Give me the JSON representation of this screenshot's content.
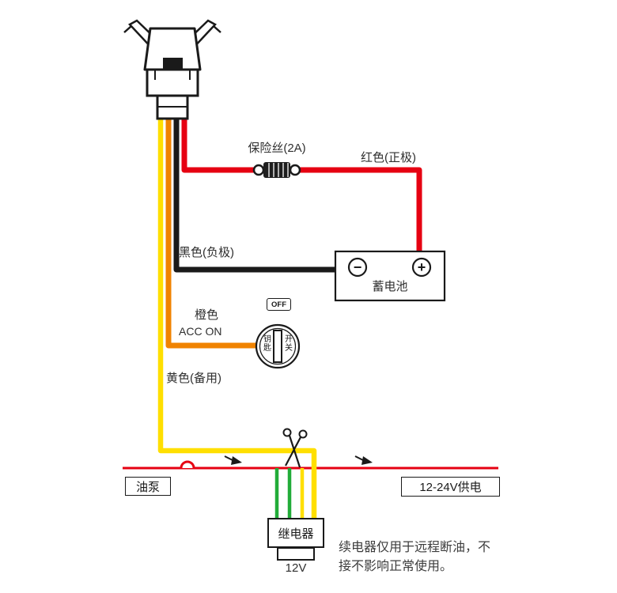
{
  "fuse": {
    "label": "保险丝(2A)"
  },
  "wires": {
    "red": {
      "label": "红色(正极)",
      "color": "#e60012"
    },
    "black": {
      "label": "黑色(负极)",
      "color": "#1a1a1a"
    },
    "orange": {
      "label": "橙色",
      "acc": "ACC ON",
      "color": "#f08300"
    },
    "yellow": {
      "label": "黄色(备用)",
      "color": "#ffdf00"
    },
    "green": {
      "color": "#22ac38"
    }
  },
  "battery": {
    "label": "蓄电池",
    "minus": "−",
    "plus": "+"
  },
  "ignition": {
    "off": "OFF",
    "key": "钥匙",
    "switch": "开关"
  },
  "power_line": {
    "color": "#e60012",
    "oil_pump": "油泵",
    "supply": "12-24V供电"
  },
  "relay": {
    "label": "继电器",
    "voltage": "12V"
  },
  "note": {
    "line1": "续电器仅用于远程断油，不",
    "line2": "接不影响正常使用。"
  }
}
